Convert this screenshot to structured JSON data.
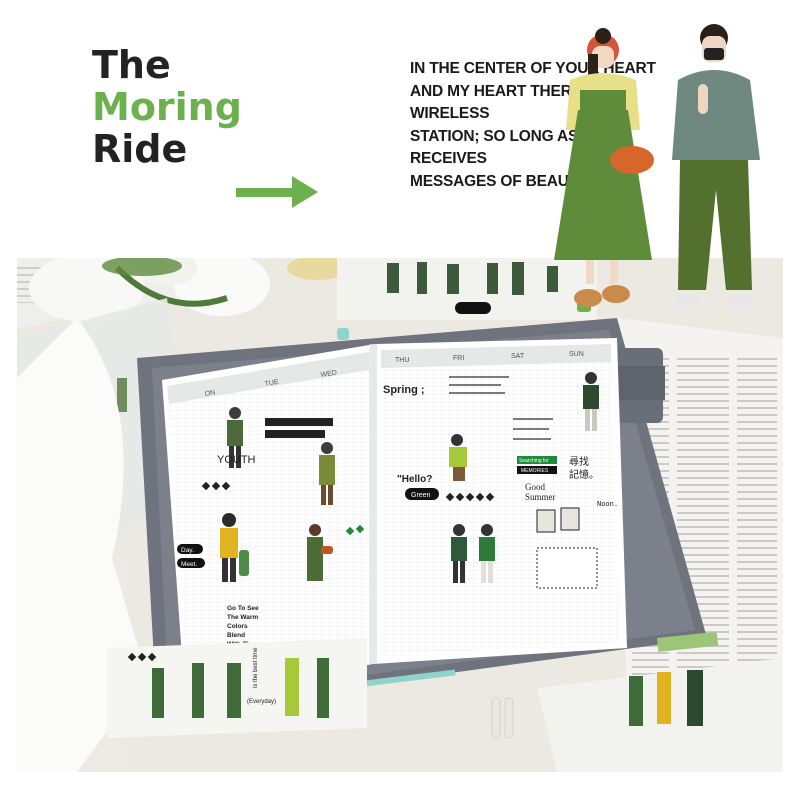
{
  "headline": {
    "line1": "The",
    "line2": "Moring",
    "line3": "Ride"
  },
  "tagline": [
    "IN THE CENTER OF YOUR HEART",
    "AND MY HEART THERE IS A WIRELESS",
    "STATION; SO LONG AS IT RECEIVES",
    "MESSAGES OF BEAUTY, HOPE"
  ],
  "planner": {
    "left_days": [
      "ON",
      "TUE",
      "WED"
    ],
    "right_days": [
      "THU",
      "FRI",
      "SAT",
      "SUN"
    ],
    "youth": "YOUTH",
    "day": "Day.",
    "meet": "Meet.",
    "go_to_see": [
      "Go To See",
      "The Warm",
      "Colors",
      "Blend",
      "With Them."
    ],
    "spring": "Spring ;",
    "hello": "\"Hello?",
    "green": "Green",
    "good_summer": [
      "Good",
      "Summer"
    ],
    "chinese": [
      "尋找",
      "記憶。"
    ],
    "searching": "Searching for",
    "memories": "MEMORIES",
    "noon": "Noon.",
    "everyday": "(Everyday)",
    "best_time": "is the best time"
  },
  "colors": {
    "accent_green": "#6db14f",
    "dark_text": "#222222",
    "binder_gray": "#6f737e",
    "strap_teal": "#8fd3cc"
  }
}
